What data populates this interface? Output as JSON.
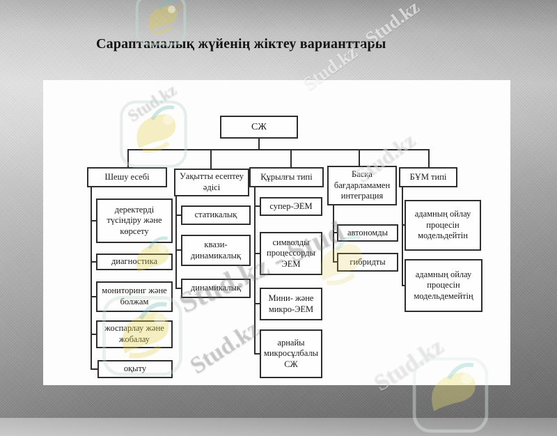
{
  "page": {
    "title": "Сараптамалық жүйенің жіктеу варианттары"
  },
  "diagram": {
    "root": "СЖ",
    "columns": [
      {
        "header": "Шешу есебі",
        "children": [
          "деректерді түсіндіру және көрсету",
          "диагностика",
          "мониторинг және болжам",
          "жоспарлау және жобалау",
          "оқыту"
        ]
      },
      {
        "header": "Уақытты есептеу әдісі",
        "children": [
          "статикалық",
          "квази-динамикалық",
          "динамикалық"
        ]
      },
      {
        "header": "Құрылғы типі",
        "children": [
          "супер-ЭЕМ",
          "символды процессорды ЭЕМ",
          "Мини- және микро-ЭЕМ",
          "арнайы микросұлбалы СЖ"
        ]
      },
      {
        "header": "Басқа бағдарламамен интеграция",
        "children": [
          "автономды",
          "гибридты"
        ]
      },
      {
        "header": "БҰМ типі",
        "children": [
          "адамның ойлау процесін модельдейтін",
          "адамның ойлау процесін модельдемейтің"
        ]
      }
    ]
  },
  "watermark": {
    "brand": "Stud.kz",
    "items": [
      "Stud.kz - Stud.kz",
      "Stud.kz",
      "Stud.kz - Stud",
      "Stud.kz",
      "Stud.kz",
      "Stud.kz"
    ]
  },
  "colors": {
    "background_top": "#a0a0a0",
    "background_light": "#e2e2e2",
    "background_bottom": "#7b7b7b",
    "slide": "#fdfdfd",
    "box_border": "#2e2e2e",
    "text": "#1a1a1a",
    "logo_yellow": "#e2ce46",
    "logo_teal": "#78beb9"
  }
}
